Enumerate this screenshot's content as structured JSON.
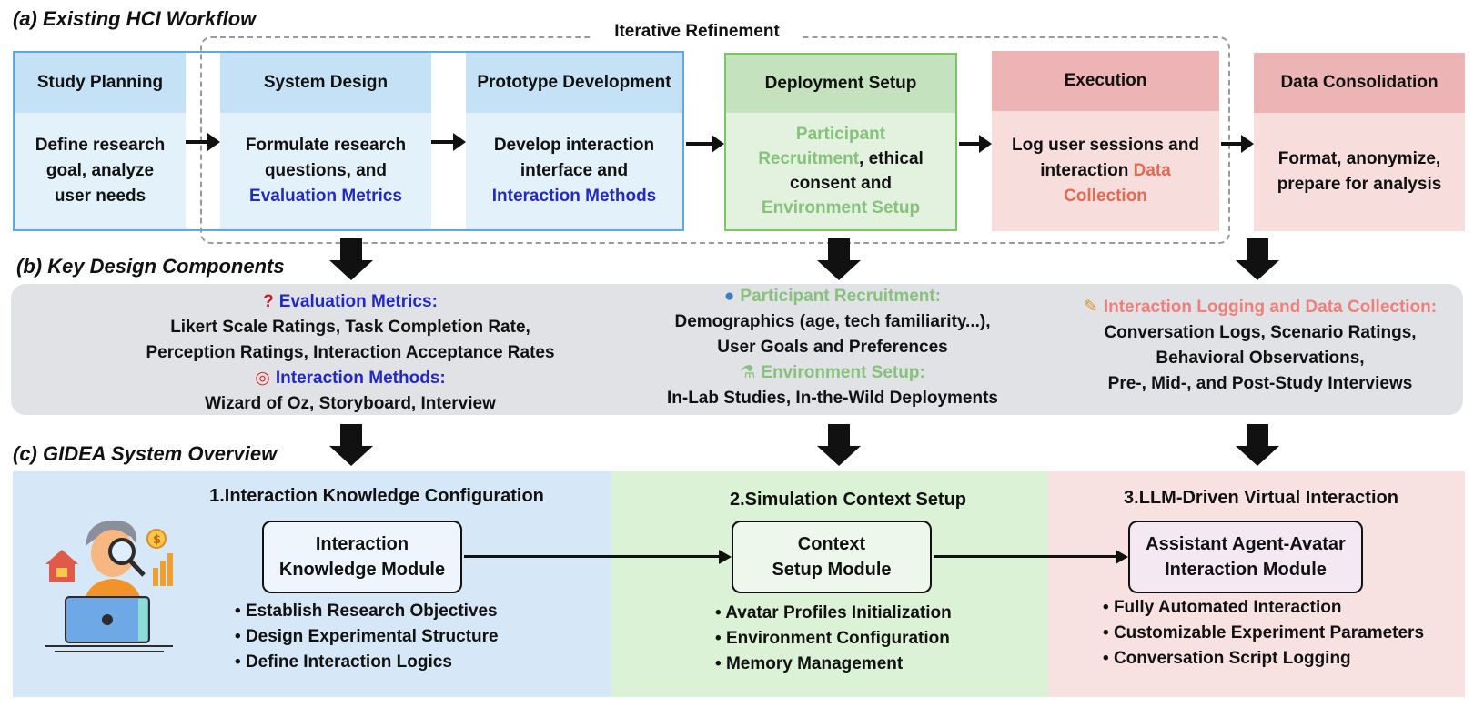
{
  "colors": {
    "blue_head": "#c4e1f5",
    "blue_body": "#e3f1fb",
    "blue_border": "#5aa8e6",
    "green_head": "#c3e2bd",
    "green_body": "#e3f1df",
    "green_border": "#7dc36b",
    "red_head": "#ecb4b4",
    "red_body": "#f8dddd",
    "panel_blue": "#d6e8f7",
    "panel_green": "#dbf2d6",
    "panel_pink": "#f8e1e1",
    "accent_blue": "#2229c2",
    "accent_green": "#86c27b",
    "accent_red": "#e06a52"
  },
  "section_a": {
    "title": "(a) Existing HCI Workflow",
    "loop_label": "Iterative Refinement",
    "stages": [
      {
        "head": "Study Planning",
        "body": [
          "Define research",
          "goal, analyze",
          "user needs"
        ]
      },
      {
        "head": "System Design",
        "body_1": "Formulate research",
        "body_2": "questions, and",
        "body_3": "Evaluation Metrics"
      },
      {
        "head": "Prototype Development",
        "body_1": "Develop interaction",
        "body_2": "interface and",
        "body_3": "Interaction Methods"
      },
      {
        "head": "Deployment Setup",
        "body_1a": "Participant",
        "body_2a": "Recruitment",
        "body_2b": ", ethical",
        "body_3": "consent and",
        "body_4": "Environment Setup"
      },
      {
        "head": "Execution",
        "body_1": "Log user sessions and",
        "body_2a": "interaction ",
        "body_2b": "Data",
        "body_3": "Collection"
      },
      {
        "head": "Data Consolidation",
        "body": [
          "Format, anonymize,",
          "prepare for analysis"
        ]
      }
    ]
  },
  "section_b": {
    "title": "(b) Key Design Components",
    "col1": {
      "icon1": "question-mark-icon",
      "head1": "Evaluation Metrics:",
      "lines1": [
        "Likert Scale Ratings, Task Completion Rate,",
        "Perception Ratings, Interaction Acceptance Rates"
      ],
      "icon2": "target-icon",
      "head2": "Interaction Methods:",
      "lines2": [
        "Wizard of Oz, Storyboard, Interview"
      ]
    },
    "col2": {
      "icon1": "person-icon",
      "head1": "Participant Recruitment:",
      "lines1": [
        "Demographics (age, tech familiarity...),",
        "User Goals and Preferences"
      ],
      "icon2": "test-tube-icon",
      "head2": "Environment Setup:",
      "lines2": [
        "In-Lab Studies, In-the-Wild Deployments"
      ]
    },
    "col3": {
      "icon1": "memo-icon",
      "head1": "Interaction Logging and Data Collection:",
      "lines1": [
        "Conversation Logs, Scenario Ratings,",
        "Behavioral Observations,",
        "Pre-, Mid-, and Post-Study Interviews"
      ]
    }
  },
  "section_c": {
    "title": "(c) GIDEA System Overview",
    "panels": [
      {
        "title": "1.Interaction Knowledge Configuration",
        "module": [
          "Interaction",
          "Knowledge Module"
        ],
        "bullets": [
          "Establish Research Objectives",
          "Design Experimental Structure",
          "Define Interaction Logics"
        ]
      },
      {
        "title": "2.Simulation Context Setup",
        "module": [
          "Context",
          "Setup Module"
        ],
        "bullets": [
          "Avatar Profiles Initialization",
          "Environment Configuration",
          "Memory Management"
        ]
      },
      {
        "title": "3.LLM-Driven Virtual Interaction",
        "module": [
          "Assistant Agent-Avatar",
          "Interaction Module"
        ],
        "bullets": [
          "Fully Automated Interaction",
          "Customizable Experiment Parameters",
          "Conversation Script Logging"
        ]
      }
    ],
    "illustration_icon": "researcher-with-magnifier-icon"
  }
}
